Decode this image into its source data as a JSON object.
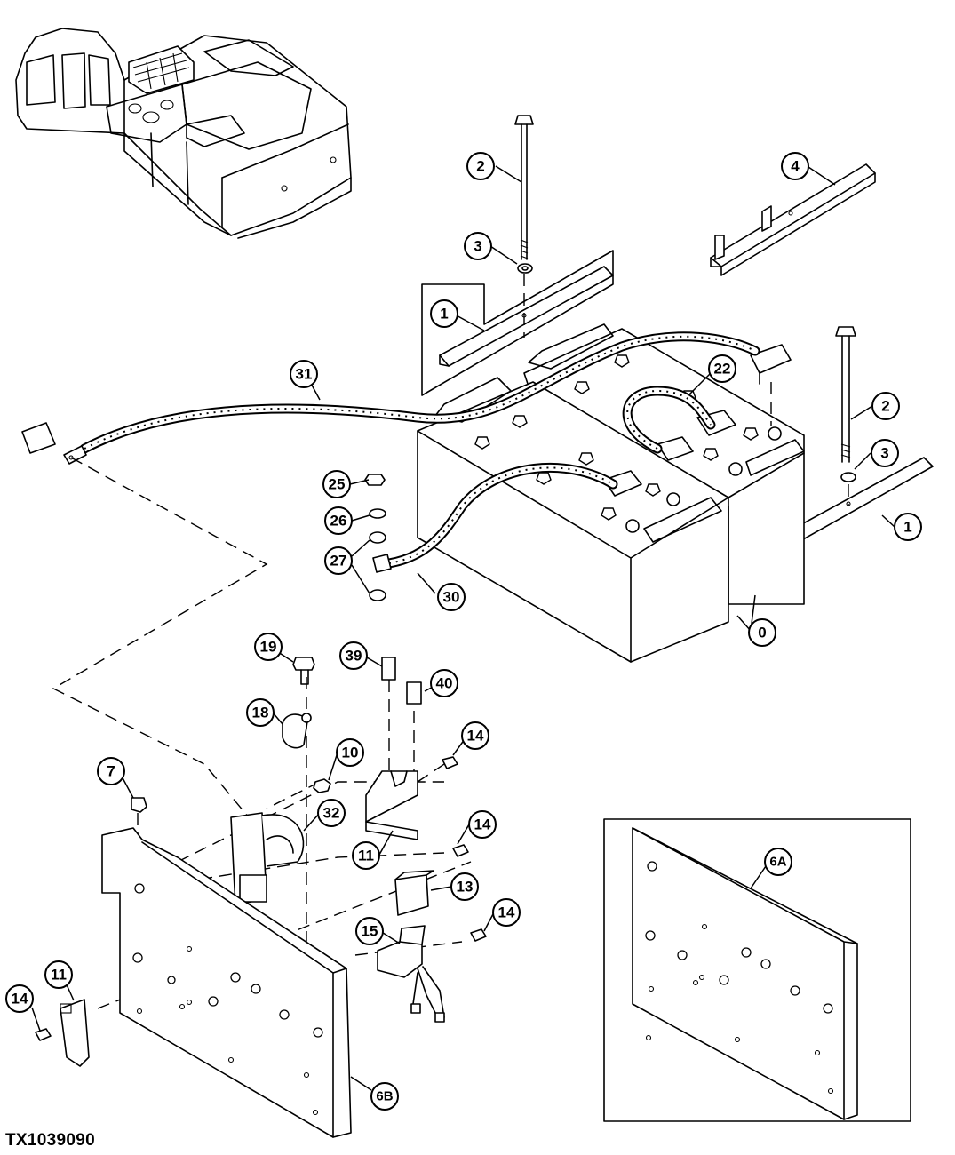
{
  "figure_id": "TX1039090",
  "callouts": {
    "c0": "0",
    "c1a": "1",
    "c1b": "1",
    "c2a": "2",
    "c2b": "2",
    "c3a": "3",
    "c3b": "3",
    "c4": "4",
    "c6a": "6A",
    "c6b": "6B",
    "c7": "7",
    "c10": "10",
    "c11a": "11",
    "c11b": "11",
    "c13": "13",
    "c14a": "14",
    "c14b": "14",
    "c14c": "14",
    "c14d": "14",
    "c15": "15",
    "c18": "18",
    "c19": "19",
    "c22": "22",
    "c25": "25",
    "c26": "26",
    "c27": "27",
    "c30": "30",
    "c31": "31",
    "c32": "32",
    "c39": "39",
    "c40": "40"
  }
}
